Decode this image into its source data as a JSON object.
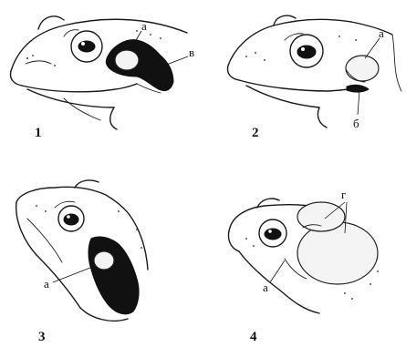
{
  "panels": [
    {
      "number": "1",
      "labels": [
        "а",
        "в"
      ]
    },
    {
      "number": "2",
      "labels": [
        "а",
        "б"
      ]
    },
    {
      "number": "3",
      "labels": [
        "а"
      ]
    },
    {
      "number": "4",
      "labels": [
        "г",
        "а"
      ]
    }
  ]
}
